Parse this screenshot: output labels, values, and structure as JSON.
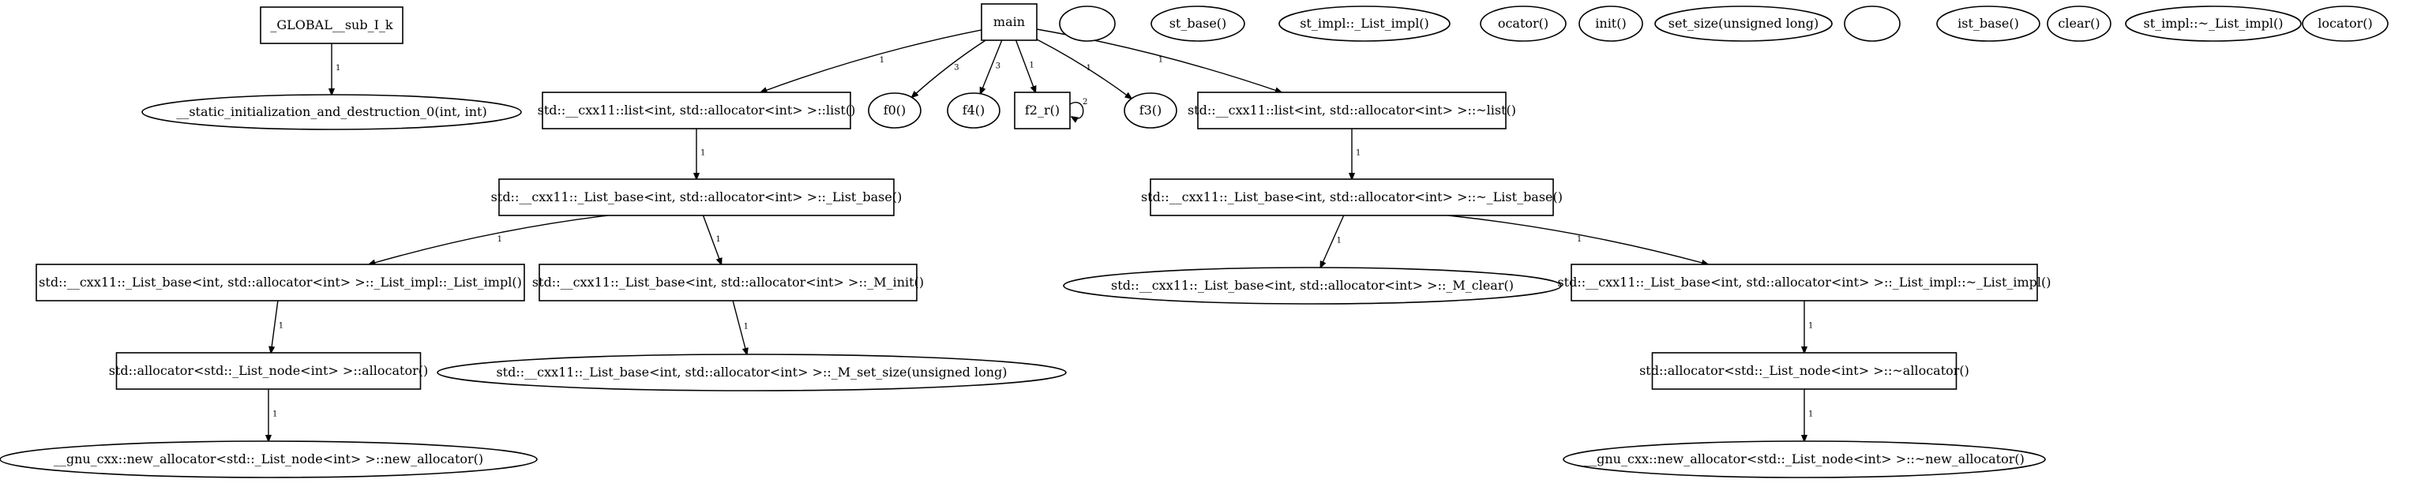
{
  "graph": {
    "style": {
      "background": "#ffffff",
      "stroke": "#000000",
      "text": "#000000"
    },
    "nodes": [
      {
        "id": "global_sub",
        "label": "_GLOBAL__sub_I_k",
        "shape": "box"
      },
      {
        "id": "static_init",
        "label": "__static_initialization_and_destruction_0(int, int)",
        "shape": "ellipse"
      },
      {
        "id": "main",
        "label": "main",
        "shape": "box"
      },
      {
        "id": "list_ctor",
        "label": "std::__cxx11::list<int, std::allocator<int> >::list()",
        "shape": "box"
      },
      {
        "id": "f0",
        "label": "f0()",
        "shape": "ellipse"
      },
      {
        "id": "f4",
        "label": "f4()",
        "shape": "ellipse"
      },
      {
        "id": "f2_r",
        "label": "f2_r()",
        "shape": "box"
      },
      {
        "id": "f3",
        "label": "f3()",
        "shape": "ellipse"
      },
      {
        "id": "list_dtor",
        "label": "std::__cxx11::list<int, std::allocator<int> >::~list()",
        "shape": "box"
      },
      {
        "id": "empty1",
        "label": "",
        "shape": "ellipse"
      },
      {
        "id": "st_base",
        "label": "st_base()",
        "shape": "ellipse"
      },
      {
        "id": "st_impl",
        "label": "st_impl::_List_impl()",
        "shape": "ellipse"
      },
      {
        "id": "ocator",
        "label": "ocator()",
        "shape": "ellipse"
      },
      {
        "id": "init",
        "label": "init()",
        "shape": "ellipse"
      },
      {
        "id": "set_size",
        "label": "set_size(unsigned long)",
        "shape": "ellipse"
      },
      {
        "id": "empty2",
        "label": "",
        "shape": "ellipse"
      },
      {
        "id": "ist_base",
        "label": "ist_base()",
        "shape": "ellipse"
      },
      {
        "id": "clear",
        "label": "clear()",
        "shape": "ellipse"
      },
      {
        "id": "st_impl_dtor",
        "label": "st_impl::~_List_impl()",
        "shape": "ellipse"
      },
      {
        "id": "locator",
        "label": "locator()",
        "shape": "ellipse"
      },
      {
        "id": "list_base_ctor",
        "label": "std::__cxx11::_List_base<int, std::allocator<int> >::_List_base()",
        "shape": "box"
      },
      {
        "id": "list_base_dtor",
        "label": "std::__cxx11::_List_base<int, std::allocator<int> >::~_List_base()",
        "shape": "box"
      },
      {
        "id": "list_impl_ctor",
        "label": "std::__cxx11::_List_base<int, std::allocator<int> >::_List_impl::_List_impl()",
        "shape": "box"
      },
      {
        "id": "m_init",
        "label": "std::__cxx11::_List_base<int, std::allocator<int> >::_M_init()",
        "shape": "box"
      },
      {
        "id": "m_clear",
        "label": "std::__cxx11::_List_base<int, std::allocator<int> >::_M_clear()",
        "shape": "ellipse"
      },
      {
        "id": "list_impl_dtor",
        "label": "std::__cxx11::_List_base<int, std::allocator<int> >::_List_impl::~_List_impl()",
        "shape": "box"
      },
      {
        "id": "alloc_ctor",
        "label": "std::allocator<std::_List_node<int> >::allocator()",
        "shape": "box"
      },
      {
        "id": "m_set_size",
        "label": "std::__cxx11::_List_base<int, std::allocator<int> >::_M_set_size(unsigned long)",
        "shape": "ellipse"
      },
      {
        "id": "alloc_dtor",
        "label": "std::allocator<std::_List_node<int> >::~allocator()",
        "shape": "box"
      },
      {
        "id": "new_alloc_ctor",
        "label": "__gnu_cxx::new_allocator<std::_List_node<int> >::new_allocator()",
        "shape": "ellipse"
      },
      {
        "id": "new_alloc_dtor",
        "label": "__gnu_cxx::new_allocator<std::_List_node<int> >::~new_allocator()",
        "shape": "ellipse"
      }
    ],
    "edges": [
      {
        "from": "global_sub",
        "to": "static_init",
        "label": "1"
      },
      {
        "from": "main",
        "to": "list_ctor",
        "label": "1"
      },
      {
        "from": "main",
        "to": "f0",
        "label": "3"
      },
      {
        "from": "main",
        "to": "f4",
        "label": "3"
      },
      {
        "from": "main",
        "to": "f2_r",
        "label": "1"
      },
      {
        "from": "main",
        "to": "f3",
        "label": "1"
      },
      {
        "from": "main",
        "to": "list_dtor",
        "label": "1"
      },
      {
        "from": "f2_r",
        "to": "f2_r",
        "label": "2"
      },
      {
        "from": "list_ctor",
        "to": "list_base_ctor",
        "label": "1"
      },
      {
        "from": "list_dtor",
        "to": "list_base_dtor",
        "label": "1"
      },
      {
        "from": "list_base_ctor",
        "to": "list_impl_ctor",
        "label": "1"
      },
      {
        "from": "list_base_ctor",
        "to": "m_init",
        "label": "1"
      },
      {
        "from": "list_base_dtor",
        "to": "m_clear",
        "label": "1"
      },
      {
        "from": "list_base_dtor",
        "to": "list_impl_dtor",
        "label": "1"
      },
      {
        "from": "list_impl_ctor",
        "to": "alloc_ctor",
        "label": "1"
      },
      {
        "from": "m_init",
        "to": "m_set_size",
        "label": "1"
      },
      {
        "from": "list_impl_dtor",
        "to": "alloc_dtor",
        "label": "1"
      },
      {
        "from": "alloc_ctor",
        "to": "new_alloc_ctor",
        "label": "1"
      },
      {
        "from": "alloc_dtor",
        "to": "new_alloc_dtor",
        "label": "1"
      }
    ]
  }
}
